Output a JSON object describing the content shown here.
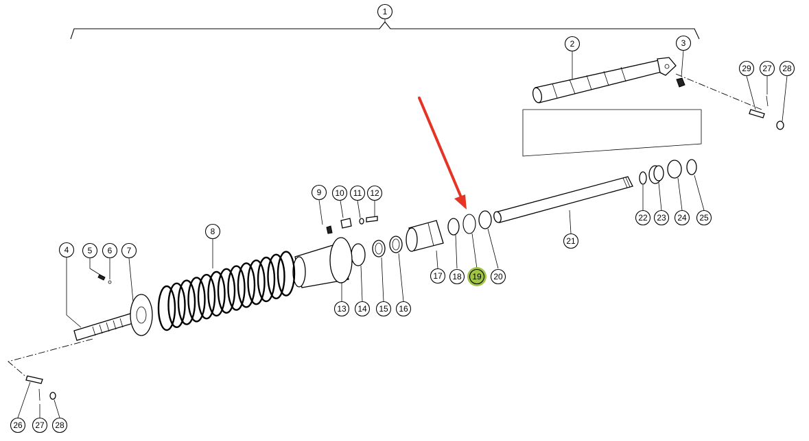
{
  "diagram": {
    "callouts": [
      "1",
      "2",
      "3",
      "4",
      "5",
      "6",
      "7",
      "8",
      "9",
      "10",
      "11",
      "12",
      "13",
      "14",
      "15",
      "16",
      "17",
      "18",
      "19",
      "20",
      "21",
      "22",
      "23",
      "24",
      "25",
      "26",
      "27",
      "28",
      "29",
      "27",
      "28"
    ],
    "highlight": {
      "label": "19",
      "color": "#9bc23c"
    },
    "arrow_color": "#e53325"
  }
}
